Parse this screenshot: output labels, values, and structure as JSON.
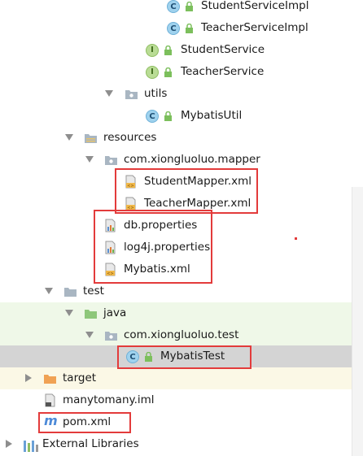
{
  "tree": {
    "items": [
      {
        "name": "StudentServiceImpl",
        "kind": "class"
      },
      {
        "name": "TeacherServiceImpl",
        "kind": "class"
      },
      {
        "name": "StudentService",
        "kind": "interface"
      },
      {
        "name": "TeacherService",
        "kind": "interface"
      },
      {
        "name": "utils",
        "kind": "package"
      },
      {
        "name": "MybatisUtil",
        "kind": "class"
      },
      {
        "name": "resources",
        "kind": "folder"
      },
      {
        "name": "com.xiongluoluo.mapper",
        "kind": "package"
      },
      {
        "name": "StudentMapper.xml",
        "kind": "xml"
      },
      {
        "name": "TeacherMapper.xml",
        "kind": "xml"
      },
      {
        "name": "db.properties",
        "kind": "properties"
      },
      {
        "name": "log4j.properties",
        "kind": "properties"
      },
      {
        "name": "Mybatis.xml",
        "kind": "xml"
      },
      {
        "name": "test",
        "kind": "folder"
      },
      {
        "name": "java",
        "kind": "test-source-folder"
      },
      {
        "name": "com.xiongluoluo.test",
        "kind": "package"
      },
      {
        "name": "MybatisTest",
        "kind": "test-class"
      },
      {
        "name": "target",
        "kind": "excluded-folder"
      },
      {
        "name": "manytomany.iml",
        "kind": "iml"
      },
      {
        "name": "pom.xml",
        "kind": "maven"
      },
      {
        "name": "External  Libraries",
        "kind": "libraries"
      }
    ]
  },
  "badges": {
    "class": "C",
    "interface": "I",
    "maven": "m"
  },
  "colors": {
    "highlight_box": "#e33b3b",
    "selected_row": "#d4d4d4",
    "test_row": "#eff8e8",
    "class_icon": "#9fd2ee",
    "interface_icon": "#b9dc95",
    "folder": "#a9b6c2",
    "test_folder": "#8ec77a",
    "excluded_folder": "#f0a254",
    "maven": "#4c8ad8"
  }
}
